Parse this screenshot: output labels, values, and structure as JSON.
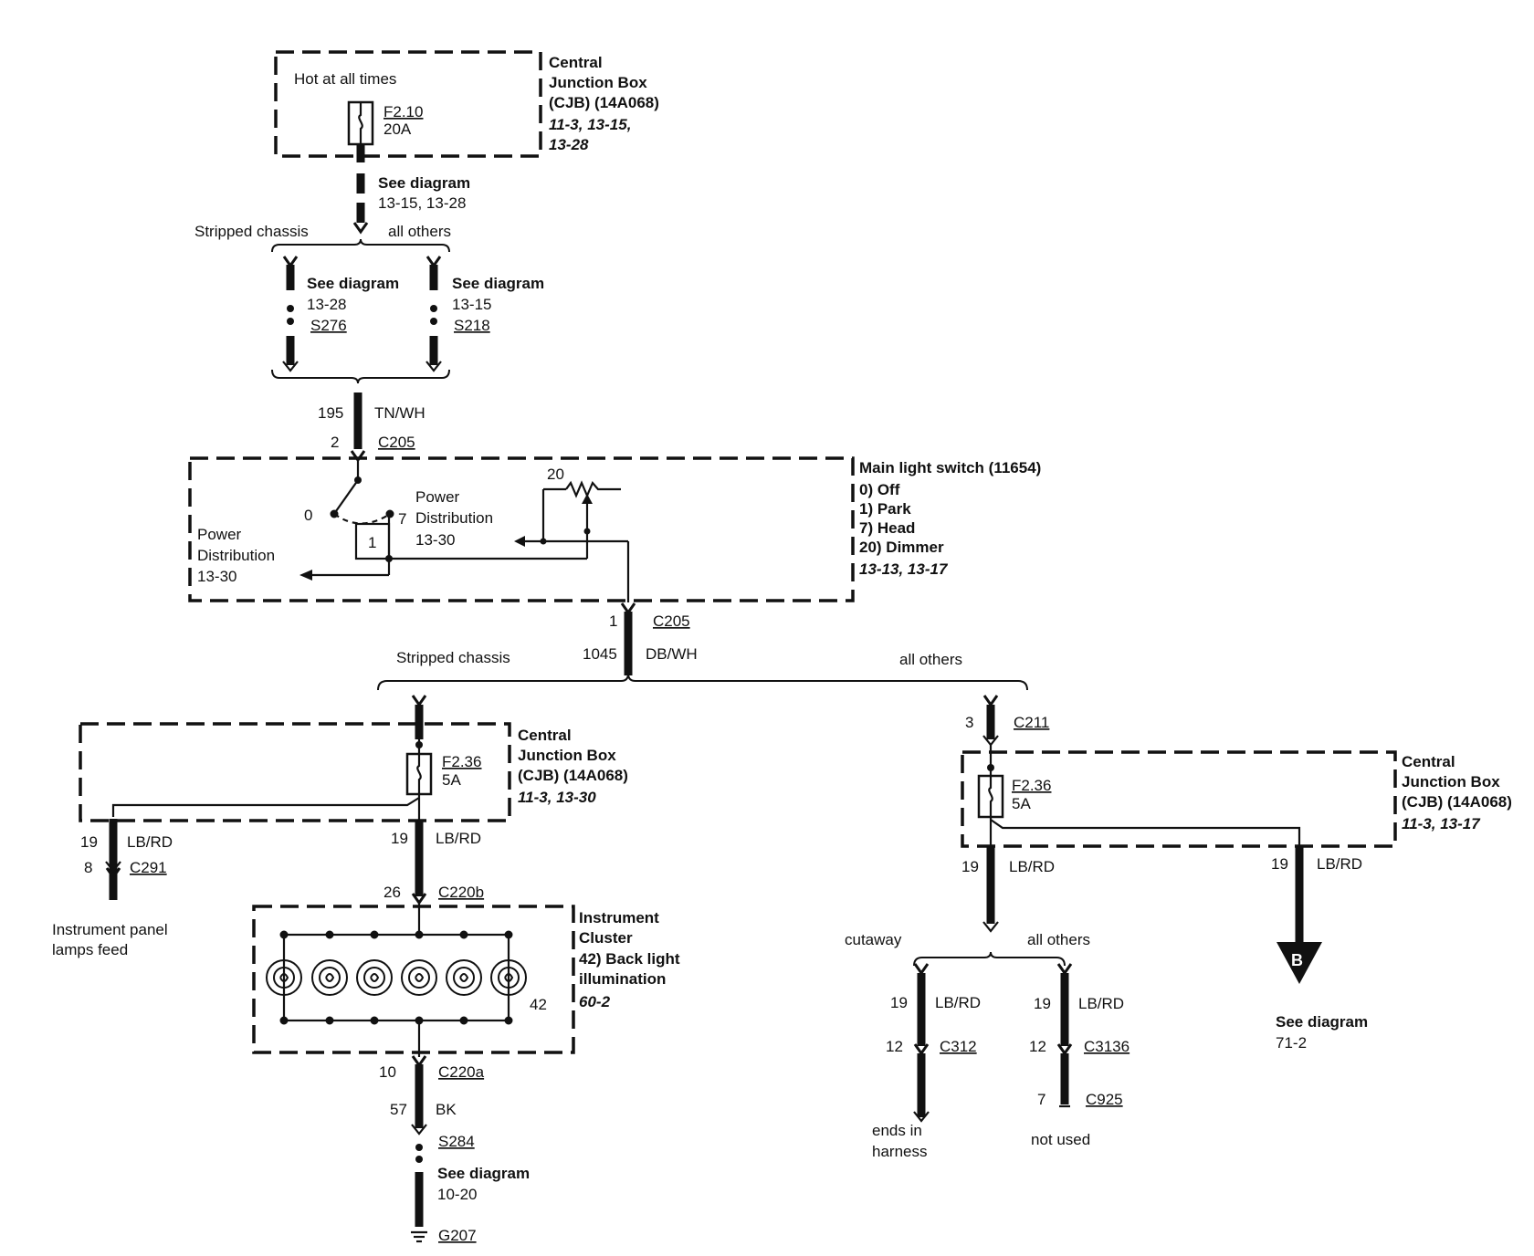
{
  "cjb_top": {
    "title": [
      "Central",
      "Junction Box",
      "(CJB) (14A068)"
    ],
    "refs": [
      "11-3, 13-15,",
      "13-28"
    ],
    "hot_label": "Hot at all times",
    "fuse": "F2.10",
    "amp": "20A",
    "see": "See diagram",
    "see_refs": "13-15, 13-28"
  },
  "branch1": {
    "left": "Stripped chassis",
    "right": "all others",
    "left_see": "See diagram",
    "left_ref": "13-28",
    "left_splice": "S276",
    "right_see": "See diagram",
    "right_ref": "13-15",
    "right_splice": "S218"
  },
  "feed": {
    "circuit": "195",
    "color": "TN/WH",
    "pin": "2",
    "connector": "C205"
  },
  "switch": {
    "title": "Main light switch (11654)",
    "positions": [
      "0) Off",
      "1) Park",
      "7) Head",
      "20) Dimmer"
    ],
    "refs": "13-13, 13-17",
    "pos_0": "0",
    "pos_1": "1",
    "pos_7": "7",
    "pos_20": "20",
    "pd_left": [
      "Power",
      "Distribution",
      "13-30"
    ],
    "pd_right": [
      "Power",
      "Distribution",
      "13-30"
    ]
  },
  "out": {
    "pin": "1",
    "connector": "C205",
    "circuit": "1045",
    "color": "DB/WH"
  },
  "branch2": {
    "left": "Stripped chassis",
    "right": "all others"
  },
  "cjb_left": {
    "title": [
      "Central",
      "Junction Box",
      "(CJB) (14A068)"
    ],
    "refs": "11-3, 13-30",
    "fuse": "F2.36",
    "amp": "5A",
    "w1_circuit": "19",
    "w1_color": "LB/RD",
    "w1_pin": "8",
    "w1_connector": "C291",
    "w1_dest": [
      "Instrument panel",
      "lamps feed"
    ],
    "w2_circuit": "19",
    "w2_color": "LB/RD"
  },
  "cluster": {
    "pin_in": "26",
    "conn_in": "C220b",
    "title": [
      "Instrument",
      "Cluster",
      "42) Back light",
      "illumination"
    ],
    "ref": "60-2",
    "lamp_label": "42",
    "pin_out": "10",
    "conn_out": "C220a",
    "gnd_circuit": "57",
    "gnd_color": "BK",
    "splice": "S284",
    "see": "See diagram",
    "see_ref": "10-20",
    "ground": "G207"
  },
  "cjb_right": {
    "pin_in": "3",
    "conn_in": "C211",
    "title": [
      "Central",
      "Junction Box",
      "(CJB) (14A068)"
    ],
    "refs": "11-3, 13-17",
    "fuse": "F2.36",
    "amp": "5A",
    "w1_circuit": "19",
    "w1_color": "LB/RD",
    "w2_circuit": "19",
    "w2_color": "LB/RD",
    "b_label": "B",
    "b_see": "See diagram",
    "b_ref": "71-2"
  },
  "branch3": {
    "left": "cutaway",
    "right": "all others",
    "l_circuit": "19",
    "l_color": "LB/RD",
    "l_pin": "12",
    "l_connector": "C312",
    "l_dest": [
      "ends in",
      "harness"
    ],
    "r_circuit": "19",
    "r_color": "LB/RD",
    "r_pin": "12",
    "r_connector": "C3136",
    "r_pin2": "7",
    "r_connector2": "C925",
    "r_dest": "not used"
  }
}
